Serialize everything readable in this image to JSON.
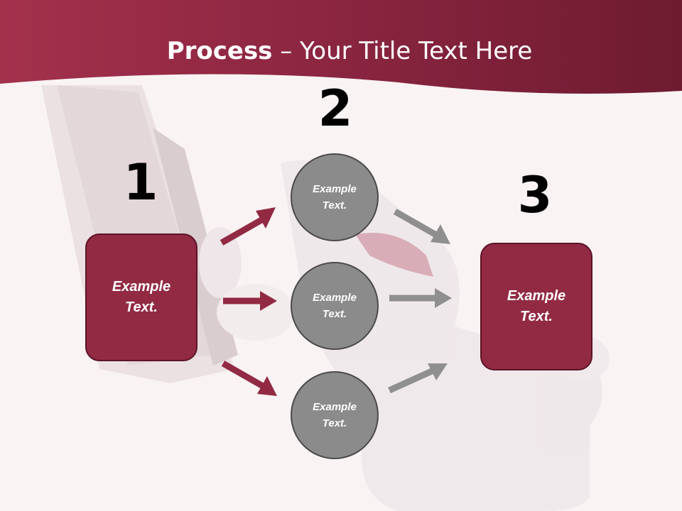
{
  "title": {
    "bold": "Process",
    "rest": " – Your Title Text Here"
  },
  "steps": {
    "one": "1",
    "two": "2",
    "three": "3"
  },
  "left_box": {
    "text": "Example Text."
  },
  "right_box": {
    "text": "Example Text."
  },
  "circles": [
    {
      "text": "Example Text."
    },
    {
      "text": "Example Text."
    },
    {
      "text": "Example Text."
    }
  ],
  "colors": {
    "accent": "#922a43",
    "header": "#7a1f36",
    "circle": "#8b8b8b",
    "arrow_gray": "#8f8f8f"
  }
}
